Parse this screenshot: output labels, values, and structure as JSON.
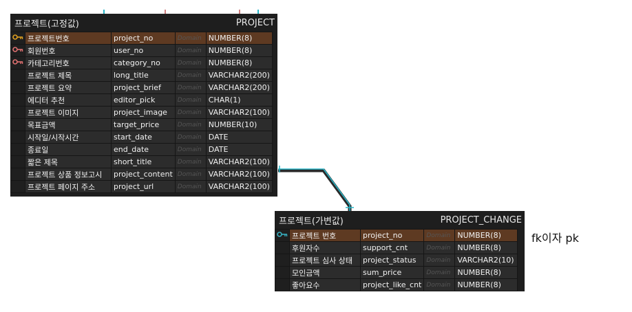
{
  "project": {
    "title_kr": "프로젝트(고정값)",
    "title_en": "PROJECT",
    "columns": [
      {
        "name_kr": "프로젝트번호",
        "name": "project_no",
        "domain": "Domain",
        "type": "NUMBER(8)",
        "key": "pk"
      },
      {
        "name_kr": "회원번호",
        "name": "user_no",
        "domain": "Domain",
        "type": "NUMBER(8)",
        "key": "fk"
      },
      {
        "name_kr": "카테고리번호",
        "name": "category_no",
        "domain": "Domain",
        "type": "NUMBER(8)",
        "key": "fk"
      },
      {
        "name_kr": "프로젝트 제목",
        "name": "long_title",
        "domain": "Domain",
        "type": "VARCHAR2(200)",
        "key": ""
      },
      {
        "name_kr": "프로젝트 요약",
        "name": "project_brief",
        "domain": "Domain",
        "type": "VARCHAR2(200)",
        "key": ""
      },
      {
        "name_kr": "에디터 추천",
        "name": "editor_pick",
        "domain": "Domain",
        "type": "CHAR(1)",
        "key": ""
      },
      {
        "name_kr": "프로젝트 이미지",
        "name": "project_image",
        "domain": "Domain",
        "type": "VARCHAR2(100)",
        "key": ""
      },
      {
        "name_kr": "목표금액",
        "name": "target_price",
        "domain": "Domain",
        "type": "NUMBER(10)",
        "key": ""
      },
      {
        "name_kr": "시작일/시작시간",
        "name": "start_date",
        "domain": "Domain",
        "type": "DATE",
        "key": ""
      },
      {
        "name_kr": "종료일",
        "name": "end_date",
        "domain": "Domain",
        "type": "DATE",
        "key": ""
      },
      {
        "name_kr": "짧은 제목",
        "name": "short_title",
        "domain": "Domain",
        "type": "VARCHAR2(100)",
        "key": ""
      },
      {
        "name_kr": "프로젝트 상품 정보고시",
        "name": "project_content",
        "domain": "Domain",
        "type": "VARCHAR2(100)",
        "key": ""
      },
      {
        "name_kr": "프로젝트 페이지 주소",
        "name": "project_url",
        "domain": "Domain",
        "type": "VARCHAR2(100)",
        "key": ""
      }
    ]
  },
  "project_change": {
    "title_kr": "프로젝트(가변값)",
    "title_en": "PROJECT_CHANGE",
    "columns": [
      {
        "name_kr": "프로젝트 번호",
        "name": "project_no",
        "domain": "Domain",
        "type": "NUMBER(8)",
        "key": "pfk"
      },
      {
        "name_kr": "후원자수",
        "name": "support_cnt",
        "domain": "Domain",
        "type": "NUMBER(8)",
        "key": ""
      },
      {
        "name_kr": "프로젝트 심사 상태",
        "name": "project_status",
        "domain": "Domain",
        "type": "VARCHAR2(10)",
        "key": ""
      },
      {
        "name_kr": "모인금액",
        "name": "sum_price",
        "domain": "Domain",
        "type": "NUMBER(8)",
        "key": ""
      },
      {
        "name_kr": "좋아요수",
        "name": "project_like_cnt",
        "domain": "Domain",
        "type": "NUMBER(8)",
        "key": ""
      }
    ]
  },
  "note": "fk이자 pk",
  "colors": {
    "pk_key": "#e0a020",
    "fk_key": "#e07070",
    "pfk_key": "#38b0c0",
    "relation": "#27b5c7"
  }
}
